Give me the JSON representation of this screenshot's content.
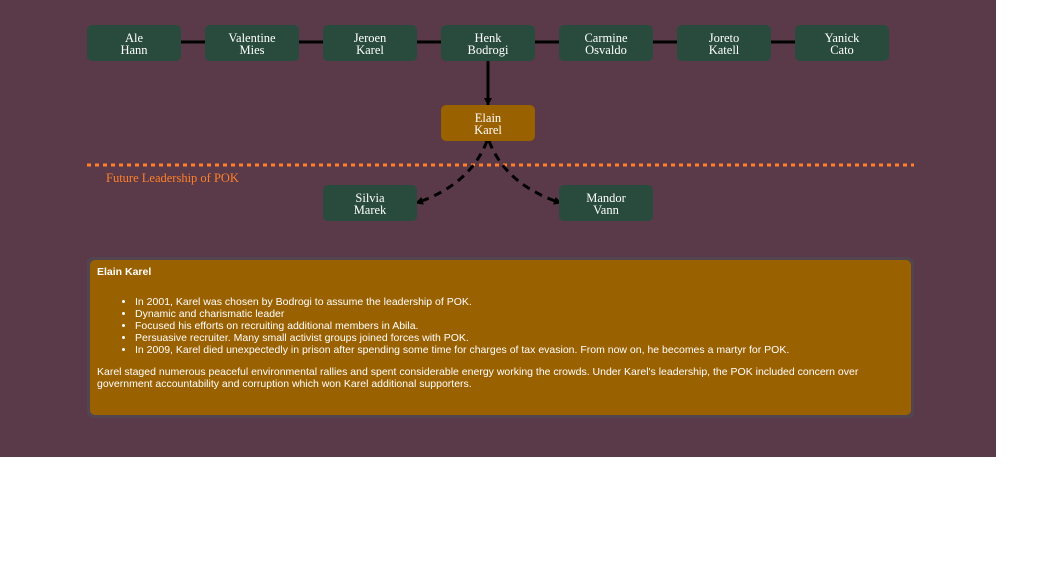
{
  "current_leaders": [
    {
      "first": "Ale",
      "last": "Hann"
    },
    {
      "first": "Valentine",
      "last": "Mies"
    },
    {
      "first": "Jeroen",
      "last": "Karel"
    },
    {
      "first": "Henk",
      "last": "Bodrogi"
    },
    {
      "first": "Carmine",
      "last": "Osvaldo"
    },
    {
      "first": "Joreto",
      "last": "Katell"
    },
    {
      "first": "Yanick",
      "last": "Cato"
    }
  ],
  "successor": {
    "first": "Elain",
    "last": "Karel"
  },
  "future_label": "Future Leadership of POK",
  "future_leaders": [
    {
      "first": "Silvia",
      "last": "Marek"
    },
    {
      "first": "Mandor",
      "last": "Vann"
    }
  ],
  "info": {
    "title": "Elain Karel",
    "bullets": [
      "In 2001, Karel was chosen by Bodrogi to assume the leadership of POK.",
      "Dynamic and charismatic leader",
      "Focused his efforts on recruiting additional members in Abila.",
      "Persuasive recruiter. Many small activist groups joined forces with POK.",
      "In 2009, Karel died unexpectedly in prison after spending some time for charges of tax evasion. From now on, he becomes a martyr for POK."
    ],
    "paragraph": "Karel staged numerous peaceful environmental rallies and spent considerable energy working the crowds. Under Karel's leadership, the POK included concern over government accountability and corruption which won Karel additional supporters."
  },
  "colors": {
    "background": "#5a3a49",
    "node_fill": "#284b3d",
    "highlight_fill": "#9a6100",
    "divider": "#ff7f2a",
    "link": "#000000"
  }
}
